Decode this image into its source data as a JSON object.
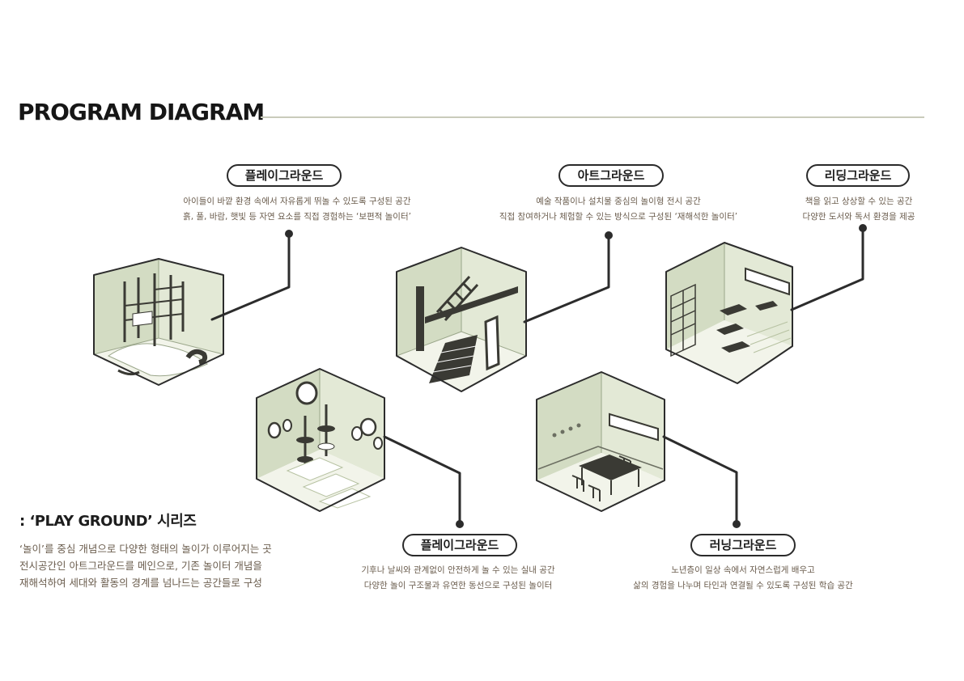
{
  "header": {
    "title": "PROGRAM DIAGRAM"
  },
  "spaces": [
    {
      "label": "플레이그라운드",
      "lines": [
        "아이들이 바깥 환경 속에서 자유롭게 뛰놀 수 있도록 구성된 공간",
        "흙, 풀, 바람, 햇빛 등 자연 요소를 직접 경험하는 ‘보편적 놀이터’"
      ]
    },
    {
      "label": "아트그라운드",
      "lines": [
        "예술 작품이나 설치물 중심의 놀이형 전시 공간",
        "직접 참여하거나 체험할 수 있는 방식으로 구성된 ‘재해석한 놀이터’"
      ]
    },
    {
      "label": "리딩그라운드",
      "lines": [
        "책을 읽고 상상할 수 있는 공간",
        "다양한 도서와 독서 환경을 제공"
      ]
    },
    {
      "label": "플레이그라운드",
      "lines": [
        "기후나 날씨와 관계없이 안전하게 놀 수 있는 실내 공간",
        "다양한 놀이 구조물과 유연한 동선으로 구성된 놀이터"
      ]
    },
    {
      "label": "러닝그라운드",
      "lines": [
        "노년층이 일상 속에서 자연스럽게 배우고",
        "삶의 경험을 나누며 타인과 연결될 수 있도록 구성된 학습 공간"
      ]
    }
  ],
  "series": {
    "title": ": ‘PLAY GROUND’ 시리즈",
    "lines": [
      "‘놀이’를 중심 개념으로 다양한 형태의 놀이가 이루어지는 곳",
      "전시공간인 아트그라운드를 메인으로, 기존 놀이터 개념을",
      "재해석하여 세대와 활동의 경계를 넘나드는 공간들로 구성"
    ]
  },
  "colors": {
    "wall_dark": "#d3dcc3",
    "wall_light": "#e3e9d6",
    "floor": "#f2f4ea",
    "stroke": "#2c2c2c",
    "accent_text": "#6a5c4d",
    "rule": "#c9cbbb"
  }
}
